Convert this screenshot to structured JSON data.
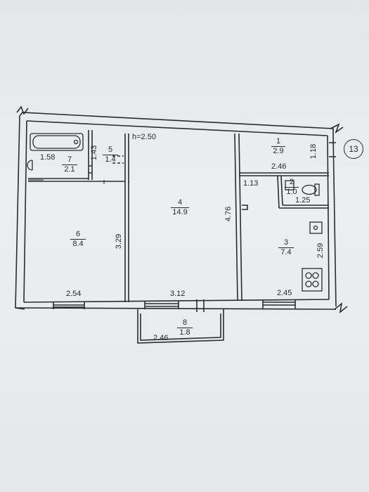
{
  "ceiling_height": "h=2.50",
  "building_number": "13",
  "rooms": [
    {
      "number": "1",
      "area": "2.9"
    },
    {
      "number": "2",
      "area": "1.0"
    },
    {
      "number": "3",
      "area": "7.4"
    },
    {
      "number": "4",
      "area": "14.9"
    },
    {
      "number": "5",
      "area": "1.4"
    },
    {
      "number": "6",
      "area": "8.4"
    },
    {
      "number": "7",
      "area": "2.1"
    },
    {
      "number": "8",
      "area": "1.8"
    }
  ],
  "dimensions": {
    "bath_width": "1.58",
    "bath_depth": "1.43",
    "room6_width": "2.54",
    "room6_depth": "3.29",
    "room4_width": "3.12",
    "room4_depth": "4.76",
    "hall_width": "2.46",
    "hall_depth": "1.18",
    "corridor": "1.13",
    "wc_width": "1.25",
    "kitchen_width": "2.45",
    "kitchen_depth": "2.59",
    "balcony_width": "2.46"
  },
  "icons": [
    "bathtub-icon",
    "sink-icon",
    "toilet-icon",
    "stove-icon",
    "kitchen-sink-icon"
  ]
}
